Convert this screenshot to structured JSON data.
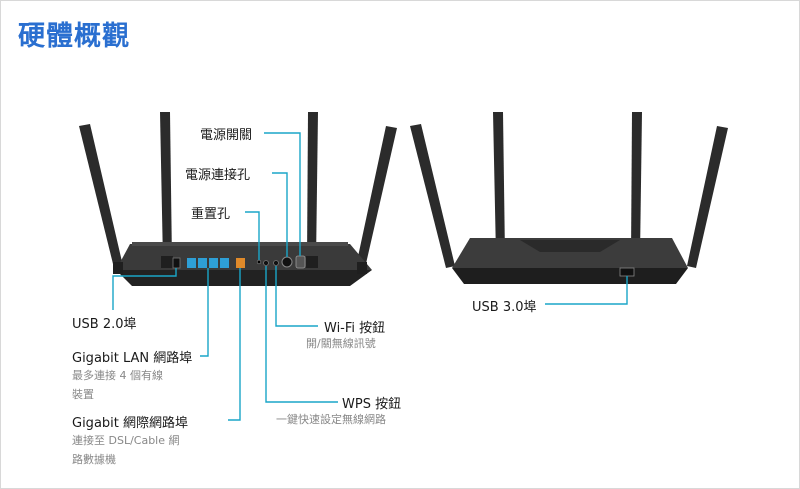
{
  "page_title": "硬體概觀",
  "colors": {
    "title": "#2a6fd0",
    "callout_line": "#1aa6c8",
    "router_body": "#3a3a3a",
    "port": "#2e9fd6"
  },
  "labels": {
    "power_switch": "電源開關",
    "power_jack": "電源連接孔",
    "reset": "重置孔",
    "usb20": "USB 2.0埠",
    "usb30": "USB 3.0埠",
    "lan_title": "Gigabit LAN 網路埠",
    "lan_desc_1": "最多連接 4 個有線",
    "lan_desc_2": "裝置",
    "wan_title": "Gigabit 網際網路埠",
    "wan_desc_1": "連接至 DSL/Cable 網",
    "wan_desc_2": "路數據機",
    "wifi_title": "Wi-Fi 按鈕",
    "wifi_desc": "開/關無線訊號",
    "wps_title": "WPS 按鈕",
    "wps_desc": "一鍵快速設定無線網路"
  }
}
